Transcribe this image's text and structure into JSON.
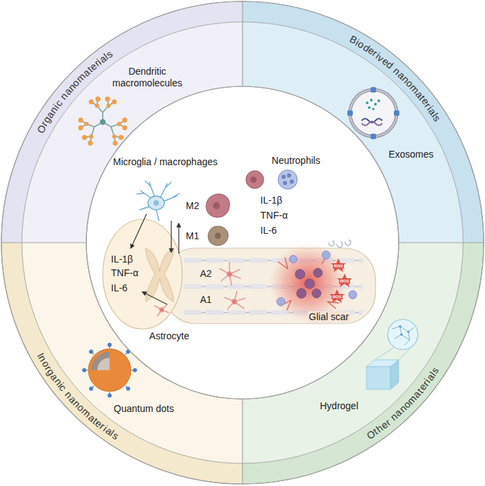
{
  "diagram": {
    "nodes": [
      {
        "text": [
          "Organic nanomaterials",
          "Dendritic macromolecules"
        ]
      },
      {
        "text": [
          "Bioderived nanomaterials",
          "Exosomes"
        ]
      },
      {
        "text": [
          "Inorganic nanomaterials",
          "Quantum dots"
        ]
      },
      {
        "text": [
          "Other nanomaterials",
          "Hydrogel"
        ]
      }
    ],
    "labels": [
      "Microglia / macrophages",
      "Neutrophils",
      "M2",
      "IL-1β",
      "TNF-α",
      "IL-6",
      "M1",
      "IL-1β",
      "TNF-α",
      "IL-6",
      "A2",
      "A1",
      "ROS",
      "ROS",
      "ROS",
      "Glial scar",
      "Astrocyte"
    ]
  }
}
